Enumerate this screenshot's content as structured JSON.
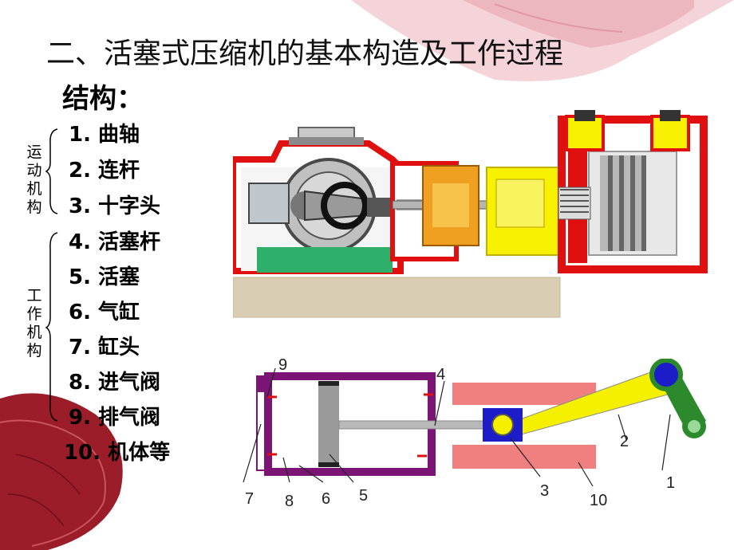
{
  "title": "二、活塞式压缩机的基本构造及工作过程",
  "structure_label": "结构：",
  "groups": [
    {
      "label": "运动机构"
    },
    {
      "label": "工作机构"
    }
  ],
  "items": [
    {
      "label": "1.  曲轴"
    },
    {
      "label": "2.  连杆"
    },
    {
      "label": "3. 十字头"
    },
    {
      "label": "4. 活塞杆"
    },
    {
      "label": "5. 活塞"
    },
    {
      "label": "6. 气缸"
    },
    {
      "label": "7. 缸头"
    },
    {
      "label": "8. 进气阀"
    },
    {
      "label": "9. 排气阀"
    },
    {
      "label": "10. 机体等"
    }
  ],
  "diagram_labels": [
    "9",
    "4",
    "2",
    "7",
    "8",
    "6",
    "5",
    "3",
    "10",
    "1"
  ],
  "colors": {
    "leaf_red": "#9b1d2a",
    "cylinder_purple": "#7b1475",
    "rod_yellow": "#f4f000",
    "crank_green": "#2c8a2c",
    "frame_pink": "#f08080",
    "block_blue": "#1c1cc8"
  }
}
